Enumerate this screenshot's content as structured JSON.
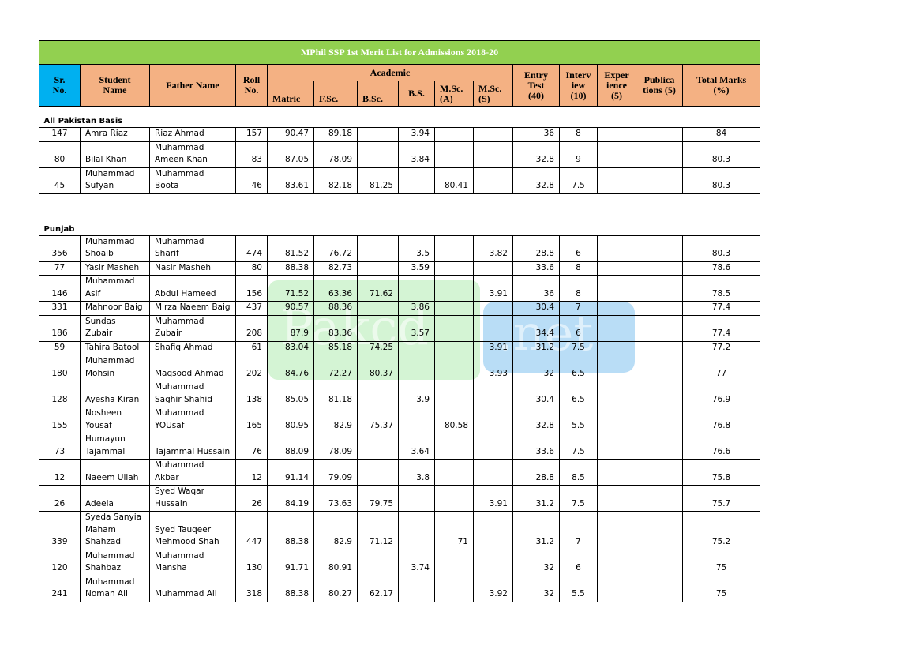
{
  "title": "MPhil SSP 1st Merit List for Admissions 2018-20",
  "headers": {
    "sr_no": "Sr.\nNo.",
    "student_name": "Student\nName",
    "father_name": "Father Name",
    "roll_no": "Roll\nNo.",
    "academic": "Academic",
    "matric": "Matric",
    "fsc": "F.Sc.",
    "bsc": "B.Sc.",
    "bs": "B.S.",
    "msc_a": "M.Sc.\n(A)",
    "msc_s": "M.Sc.\n(S)",
    "entry_test": "Entry\nTest\n(40)",
    "interview": "Interv\niew\n(10)",
    "experience": "Exper\nience\n(5)",
    "publications": "Publica\ntions (5)",
    "total": "Total Marks\n(%)"
  },
  "sections": [
    {
      "label": "All Pakistan Basis",
      "rows": [
        {
          "sr": "147",
          "name": "Amra Riaz",
          "father": "Riaz Ahmad",
          "roll": "157",
          "matric": "90.47",
          "fsc": "89.18",
          "bsc": "",
          "bs": "3.94",
          "msc_a": "",
          "msc_s": "",
          "entry": "36",
          "interview": "8",
          "experience": "",
          "publications": "",
          "total": "84"
        },
        {
          "sr": "80",
          "name": "Bilal Khan",
          "father": "Muhammad\nAmeen Khan",
          "roll": "83",
          "matric": "87.05",
          "fsc": "78.09",
          "bsc": "",
          "bs": "3.84",
          "msc_a": "",
          "msc_s": "",
          "entry": "32.8",
          "interview": "9",
          "experience": "",
          "publications": "",
          "total": "80.3"
        },
        {
          "sr": "45",
          "name": "Muhammad\nSufyan",
          "father": "Muhammad\nBoota",
          "roll": "46",
          "matric": "83.61",
          "fsc": "82.18",
          "bsc": "81.25",
          "bs": "",
          "msc_a": "80.41",
          "msc_s": "",
          "entry": "32.8",
          "interview": "7.5",
          "experience": "",
          "publications": "",
          "total": "80.3"
        }
      ]
    },
    {
      "label": "Punjab",
      "rows": [
        {
          "sr": "356",
          "name": "Muhammad\nShoaib",
          "father": "Muhammad\nSharif",
          "roll": "474",
          "matric": "81.52",
          "fsc": "76.72",
          "bsc": "",
          "bs": "3.5",
          "msc_a": "",
          "msc_s": "3.82",
          "entry": "28.8",
          "interview": "6",
          "experience": "",
          "publications": "",
          "total": "80.3"
        },
        {
          "sr": "77",
          "name": "Yasir Masheh",
          "father": "Nasir Masheh",
          "roll": "80",
          "matric": "88.38",
          "fsc": "82.73",
          "bsc": "",
          "bs": "3.59",
          "msc_a": "",
          "msc_s": "",
          "entry": "33.6",
          "interview": "8",
          "experience": "",
          "publications": "",
          "total": "78.6"
        },
        {
          "sr": "146",
          "name": "Muhammad\nAsif",
          "father": "Abdul Hameed",
          "roll": "156",
          "matric": "71.52",
          "fsc": "63.36",
          "bsc": "71.62",
          "bs": "",
          "msc_a": "",
          "msc_s": "3.91",
          "entry": "36",
          "interview": "8",
          "experience": "",
          "publications": "",
          "total": "78.5"
        },
        {
          "sr": "331",
          "name": "Mahnoor Baig",
          "father": "Mirza Naeem Baig",
          "roll": "437",
          "matric": "90.57",
          "fsc": "88.36",
          "bsc": "",
          "bs": "3.86",
          "msc_a": "",
          "msc_s": "",
          "entry": "30.4",
          "interview": "7",
          "experience": "",
          "publications": "",
          "total": "77.4"
        },
        {
          "sr": "186",
          "name": "Sundas Zubair",
          "father": "Muhammad\nZubair",
          "roll": "208",
          "matric": "87.9",
          "fsc": "83.36",
          "bsc": "",
          "bs": "3.57",
          "msc_a": "",
          "msc_s": "",
          "entry": "34.4",
          "interview": "6",
          "experience": "",
          "publications": "",
          "total": "77.4"
        },
        {
          "sr": "59",
          "name": "Tahira Batool",
          "father": "Shafiq Ahmad",
          "roll": "61",
          "matric": "83.04",
          "fsc": "85.18",
          "bsc": "74.25",
          "bs": "",
          "msc_a": "",
          "msc_s": "3.91",
          "entry": "31.2",
          "interview": "7.5",
          "experience": "",
          "publications": "",
          "total": "77.2"
        },
        {
          "sr": "180",
          "name": "Muhammad\nMohsin",
          "father": "Maqsood Ahmad",
          "roll": "202",
          "matric": "84.76",
          "fsc": "72.27",
          "bsc": "80.37",
          "bs": "",
          "msc_a": "",
          "msc_s": "3.93",
          "entry": "32",
          "interview": "6.5",
          "experience": "",
          "publications": "",
          "total": "77"
        },
        {
          "sr": "128",
          "name": "Ayesha Kiran",
          "father": "Muhammad\nSaghir Shahid",
          "roll": "138",
          "matric": "85.05",
          "fsc": "81.18",
          "bsc": "",
          "bs": "3.9",
          "msc_a": "",
          "msc_s": "",
          "entry": "30.4",
          "interview": "6.5",
          "experience": "",
          "publications": "",
          "total": "76.9"
        },
        {
          "sr": "155",
          "name": "Nosheen\nYousaf",
          "father": "Muhammad\nYOUsaf",
          "roll": "165",
          "matric": "80.95",
          "fsc": "82.9",
          "bsc": "75.37",
          "bs": "",
          "msc_a": "80.58",
          "msc_s": "",
          "entry": "32.8",
          "interview": "5.5",
          "experience": "",
          "publications": "",
          "total": "76.8"
        },
        {
          "sr": "73",
          "name": "Humayun\nTajammal",
          "father": "Tajammal Hussain",
          "roll": "76",
          "matric": "88.09",
          "fsc": "78.09",
          "bsc": "",
          "bs": "3.64",
          "msc_a": "",
          "msc_s": "",
          "entry": "33.6",
          "interview": "7.5",
          "experience": "",
          "publications": "",
          "total": "76.6"
        },
        {
          "sr": "12",
          "name": "Naeem Ullah",
          "father": "Muhammad\nAkbar",
          "roll": "12",
          "matric": "91.14",
          "fsc": "79.09",
          "bsc": "",
          "bs": "3.8",
          "msc_a": "",
          "msc_s": "",
          "entry": "28.8",
          "interview": "8.5",
          "experience": "",
          "publications": "",
          "total": "75.8"
        },
        {
          "sr": "26",
          "name": "Adeela",
          "father": "Syed Waqar\nHussain",
          "roll": "26",
          "matric": "84.19",
          "fsc": "73.63",
          "bsc": "79.75",
          "bs": "",
          "msc_a": "",
          "msc_s": "3.91",
          "entry": "31.2",
          "interview": "7.5",
          "experience": "",
          "publications": "",
          "total": "75.7"
        },
        {
          "sr": "339",
          "name": "Syeda Sanyia\nMaham\nShahzadi",
          "father": "Syed Tauqeer\nMehmood Shah",
          "roll": "447",
          "matric": "88.38",
          "fsc": "82.9",
          "bsc": "71.12",
          "bs": "",
          "msc_a": "71",
          "msc_s": "",
          "entry": "31.2",
          "interview": "7",
          "experience": "",
          "publications": "",
          "total": "75.2"
        },
        {
          "sr": "120",
          "name": "Muhammad\nShahbaz",
          "father": "Muhammad\nMansha",
          "roll": "130",
          "matric": "91.71",
          "fsc": "80.91",
          "bsc": "",
          "bs": "3.74",
          "msc_a": "",
          "msc_s": "",
          "entry": "32",
          "interview": "6",
          "experience": "",
          "publications": "",
          "total": "75"
        },
        {
          "sr": "241",
          "name": "Muhammad\nNoman Ali",
          "father": "Muhammad Ali",
          "roll": "318",
          "matric": "88.38",
          "fsc": "80.27",
          "bsc": "62.17",
          "bs": "",
          "msc_a": "",
          "msc_s": "3.92",
          "entry": "32",
          "interview": "5.5",
          "experience": "",
          "publications": "",
          "total": "75"
        }
      ]
    }
  ],
  "watermark": {
    "text_a": "Pakcd",
    "text_b": ".net"
  }
}
